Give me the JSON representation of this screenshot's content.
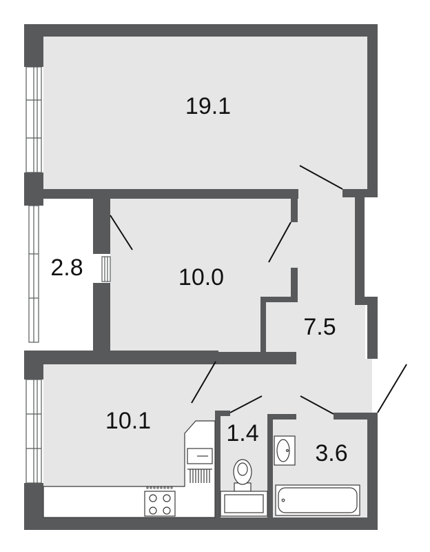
{
  "rooms": [
    {
      "id": "living-room",
      "area": "19.1"
    },
    {
      "id": "bedroom",
      "area": "10.0"
    },
    {
      "id": "balcony",
      "area": "2.8"
    },
    {
      "id": "hallway",
      "area": "7.5"
    },
    {
      "id": "kitchen",
      "area": "10.1"
    },
    {
      "id": "toilet",
      "area": "1.4"
    },
    {
      "id": "bathroom",
      "area": "3.6"
    }
  ],
  "colors": {
    "wall": "#58595b",
    "floor": "#e6e6e6",
    "fixture_stroke": "#3a3a3a",
    "background": "#ffffff"
  }
}
